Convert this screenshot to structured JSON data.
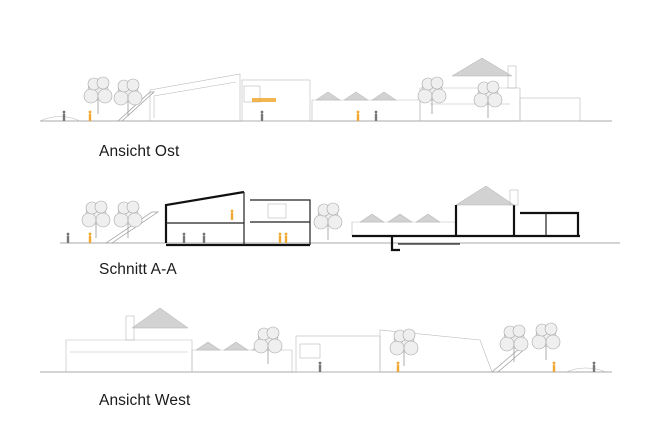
{
  "drawings": [
    {
      "id": "east",
      "caption": "Ansicht Ost"
    },
    {
      "id": "section",
      "caption": "Schnitt A-A"
    },
    {
      "id": "west",
      "caption": "Ansicht West"
    }
  ],
  "colors": {
    "line": "#b9b9b9",
    "cut": "#111111",
    "roof": "#d2d2d2",
    "figure_accent": "#f0a830",
    "figure_neutral": "#777777"
  }
}
